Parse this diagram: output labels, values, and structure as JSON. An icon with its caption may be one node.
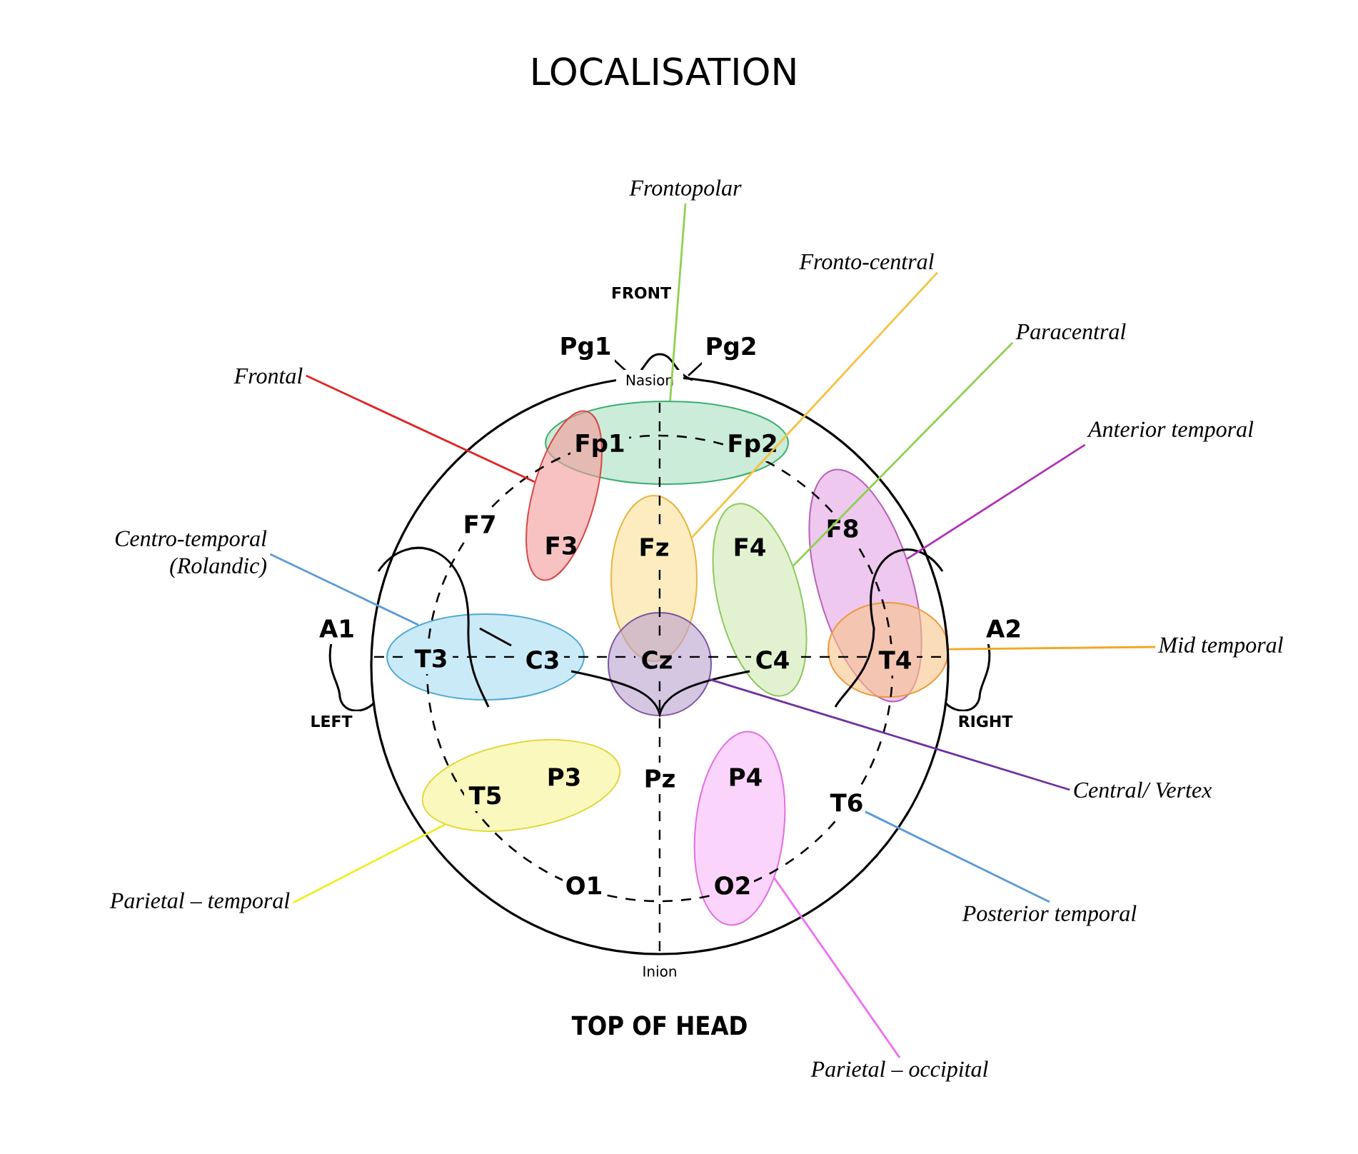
{
  "diagram": {
    "title": "LOCALISATION",
    "nodes": [
      {
        "text": [
          "Frontopolar"
        ]
      },
      {
        "text": [
          "Fronto-central"
        ]
      },
      {
        "text": [
          "Paracentral"
        ]
      },
      {
        "text": [
          "Frontal"
        ]
      },
      {
        "text": [
          "Anterior temporal"
        ]
      },
      {
        "text": [
          "Centro-temporal (Rolandic)"
        ]
      },
      {
        "text": [
          "Mid temporal"
        ]
      },
      {
        "text": [
          "Central/ Vertex"
        ]
      },
      {
        "text": [
          "Parietal – temporal"
        ]
      },
      {
        "text": [
          "Posterior temporal"
        ]
      },
      {
        "text": [
          "Parietal – occipital"
        ]
      },
      {
        "text": [],
        "shape": "ellipse"
      },
      {
        "text": [],
        "shape": "ellipse"
      },
      {
        "text": [],
        "shape": "ellipse"
      },
      {
        "text": [],
        "shape": "ellipse"
      },
      {
        "text": [],
        "shape": "ellipse"
      },
      {
        "text": [],
        "shape": "ellipse"
      },
      {
        "text": [],
        "shape": "ellipse"
      },
      {
        "text": [],
        "shape": "ellipse"
      },
      {
        "text": [],
        "shape": "ellipse"
      },
      {
        "text": [],
        "shape": "ellipse"
      },
      {
        "text": [
          "T6"
        ]
      }
    ],
    "edges": [
      {
        "from": 0,
        "to": 11,
        "arrow": "none",
        "color": "#8fd14f"
      },
      {
        "from": 1,
        "to": 13,
        "arrow": "none",
        "color": "#f5c242"
      },
      {
        "from": 2,
        "to": 14,
        "arrow": "none",
        "color": "#8fd14f"
      },
      {
        "from": 3,
        "to": 12,
        "arrow": "none",
        "color": "#e02424"
      },
      {
        "from": 4,
        "to": 15,
        "arrow": "none",
        "color": "#b032b8"
      },
      {
        "from": 5,
        "to": 16,
        "arrow": "none",
        "color": "#5b9bd5"
      },
      {
        "from": 6,
        "to": 17,
        "arrow": "none",
        "color": "#f5a623"
      },
      {
        "from": 7,
        "to": 18,
        "arrow": "none",
        "color": "#7030a0"
      },
      {
        "from": 8,
        "to": 19,
        "arrow": "none",
        "color": "#eeee22"
      },
      {
        "from": 9,
        "to": 21,
        "arrow": "none",
        "color": "#5b9bd5"
      },
      {
        "from": 10,
        "to": 20,
        "arrow": "none",
        "color": "#f070f0"
      }
    ],
    "labels": [
      "FRONT",
      "Pg1",
      "Pg2",
      "Nasion",
      "Fp1",
      "Fp2",
      "F7",
      "F3",
      "Fz",
      "F8",
      "F4",
      "A1",
      "A2",
      "T3",
      "C3",
      "Cz",
      "C4",
      "T4",
      "LEFT",
      "RIGHT",
      "P3",
      "Pz",
      "P4",
      "T5",
      "O1",
      "O2",
      "Inion",
      "TOP OF HEAD"
    ]
  }
}
